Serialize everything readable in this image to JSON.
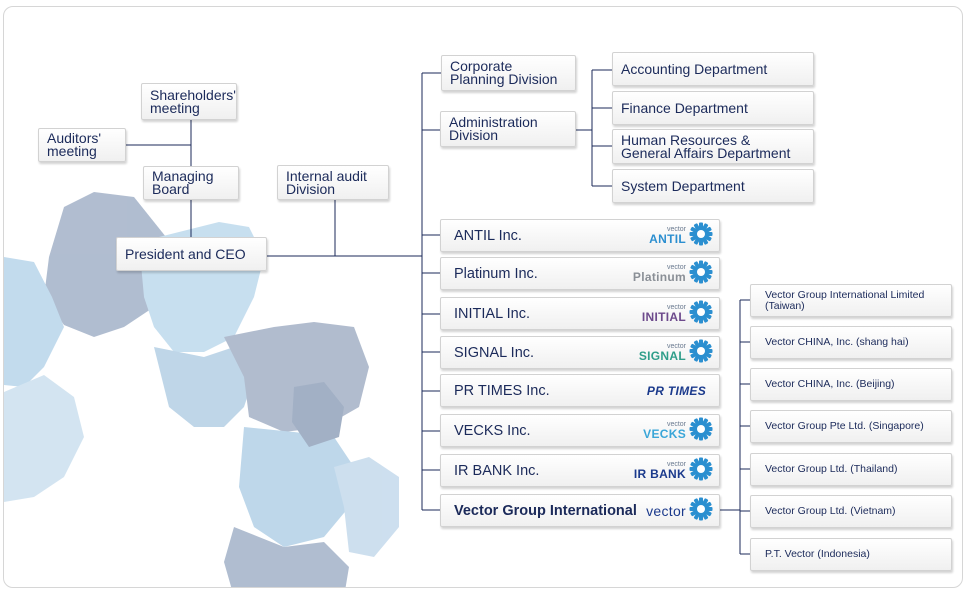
{
  "governance": {
    "shareholders": [
      "Shareholders'",
      "meeting"
    ],
    "auditors": [
      "Auditors'",
      "meeting"
    ],
    "board": [
      "Managing",
      "Board"
    ],
    "ceo": "President and CEO",
    "internal_audit": [
      "Internal audit",
      "Division"
    ]
  },
  "divisions": {
    "corporate_planning": [
      "Corporate",
      "Planning Division"
    ],
    "administration": [
      "Administration",
      "Division"
    ]
  },
  "departments": {
    "accounting": "Accounting Department",
    "finance": "Finance Department",
    "hr": [
      "Human Resources &",
      "General Affairs Department"
    ],
    "system": "System Department"
  },
  "companies": [
    {
      "name": "ANTIL Inc.",
      "logo_small": "vector",
      "logo_big": "ANTIL",
      "color": "#2c8fd0"
    },
    {
      "name": "Platinum Inc.",
      "logo_small": "vector",
      "logo_big": "Platinum",
      "color": "#8a8f96"
    },
    {
      "name": "INITIAL Inc.",
      "logo_small": "vector",
      "logo_big": "INITIAL",
      "color": "#6d4a8c"
    },
    {
      "name": "SIGNAL Inc.",
      "logo_small": "vector",
      "logo_big": "SIGNAL",
      "color": "#2f9e8a"
    },
    {
      "name": "PR TIMES Inc.",
      "logo_small": "",
      "logo_big": "PR TIMES",
      "color": "#1b3a8c"
    },
    {
      "name": "VECKS Inc.",
      "logo_small": "vector",
      "logo_big": "VECKS",
      "color": "#3aa6d8"
    },
    {
      "name": "IR BANK Inc.",
      "logo_small": "vector",
      "logo_big": "IR BANK",
      "color": "#1b3a8c"
    },
    {
      "name": "Vector Group International",
      "logo_small": "",
      "logo_big": "vector",
      "color": "#1b3a8c"
    }
  ],
  "international": [
    [
      "Vector Group International Limited",
      "(Taiwan)"
    ],
    [
      "Vector CHINA, Inc. (shang hai)"
    ],
    [
      "Vector CHINA, Inc. (Beijing)"
    ],
    [
      "Vector Group Pte Ltd. (Singapore)"
    ],
    [
      "Vector Group Ltd.  (Thailand)"
    ],
    [
      "Vector Group Ltd.  (Vietnam)"
    ],
    [
      "P.T. Vector  (Indonesia)"
    ]
  ],
  "colors": {
    "node_text": "#1b2a5a",
    "connector": "#1b2a5a",
    "map_light": "#bcd6ea",
    "map_dark": "#a6b3c8",
    "gear": "#2b8fd0"
  }
}
